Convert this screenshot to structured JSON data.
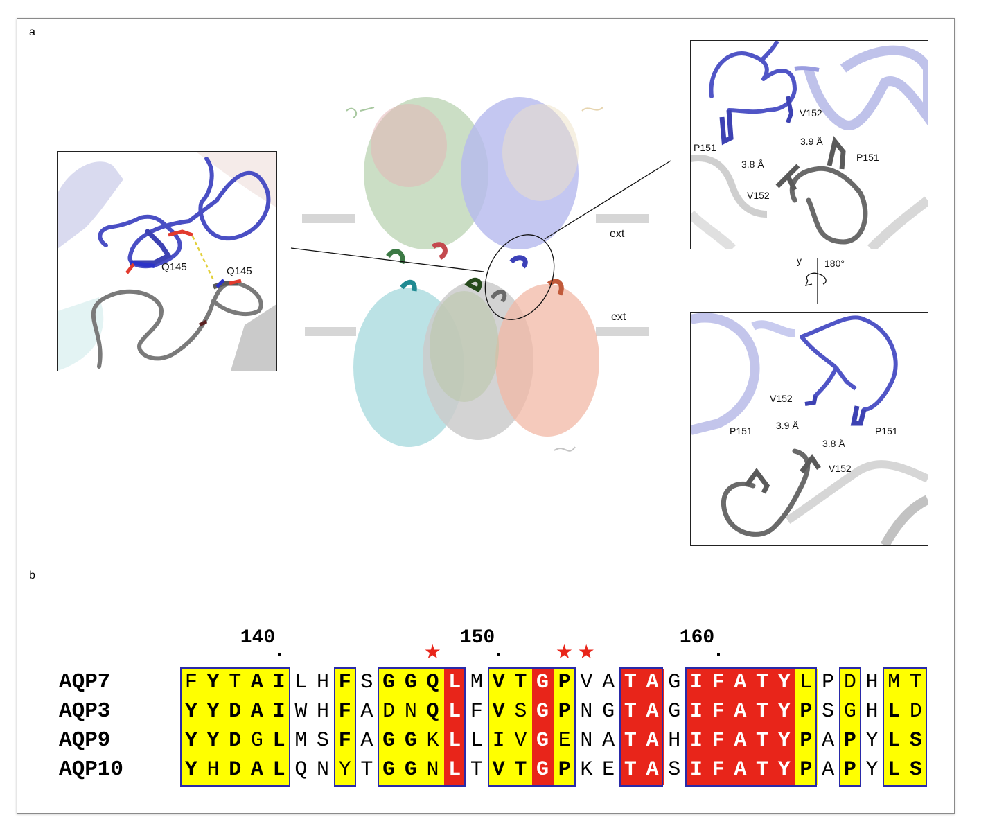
{
  "panels": {
    "a_label": "a",
    "b_label": "b"
  },
  "panel_a": {
    "left_inset": {
      "label1": "Q145",
      "label2": "Q145"
    },
    "center": {
      "ext1": "ext",
      "ext2": "ext"
    },
    "top_right": {
      "p151a": "P151",
      "v152a": "V152",
      "d1": "3.9 Å",
      "d2": "3.8 Å",
      "p151b": "P151",
      "v152b": "V152"
    },
    "rotation": {
      "axis": "y",
      "angle": "180°"
    },
    "bottom_right": {
      "v152a": "V152",
      "p151a": "P151",
      "d1": "3.9 Å",
      "d2": "3.8 Å",
      "p151b": "P151",
      "v152b": "V152"
    }
  },
  "alignment": {
    "ruler": [
      {
        "text": "140",
        "col": 5
      },
      {
        "text": "150",
        "col": 15
      },
      {
        "text": "160",
        "col": 25
      }
    ],
    "stars_cols": [
      11,
      17,
      18
    ],
    "sequences": [
      {
        "name": "AQP7",
        "seq": "FYTAILHFSGGQLMVTGPVATAGIFATYLPDHMT"
      },
      {
        "name": "AQP3",
        "seq": "YYDAIWHFADNQLFVSGPNGTAGIFATYPSGHLD"
      },
      {
        "name": "AQP9",
        "seq": "YYDGLMSFAGGKLLIVGENATAHIFATYPAPYLS"
      },
      {
        "name": "AQP10",
        "seq": "YHDALQNYTGGNLTVTGPKETASIFATYPAPYLS"
      }
    ],
    "colors": {
      "similar": "#ffff00",
      "identical": "#e8251a",
      "box": "#2a2aa8",
      "star": "#e8251a"
    }
  }
}
